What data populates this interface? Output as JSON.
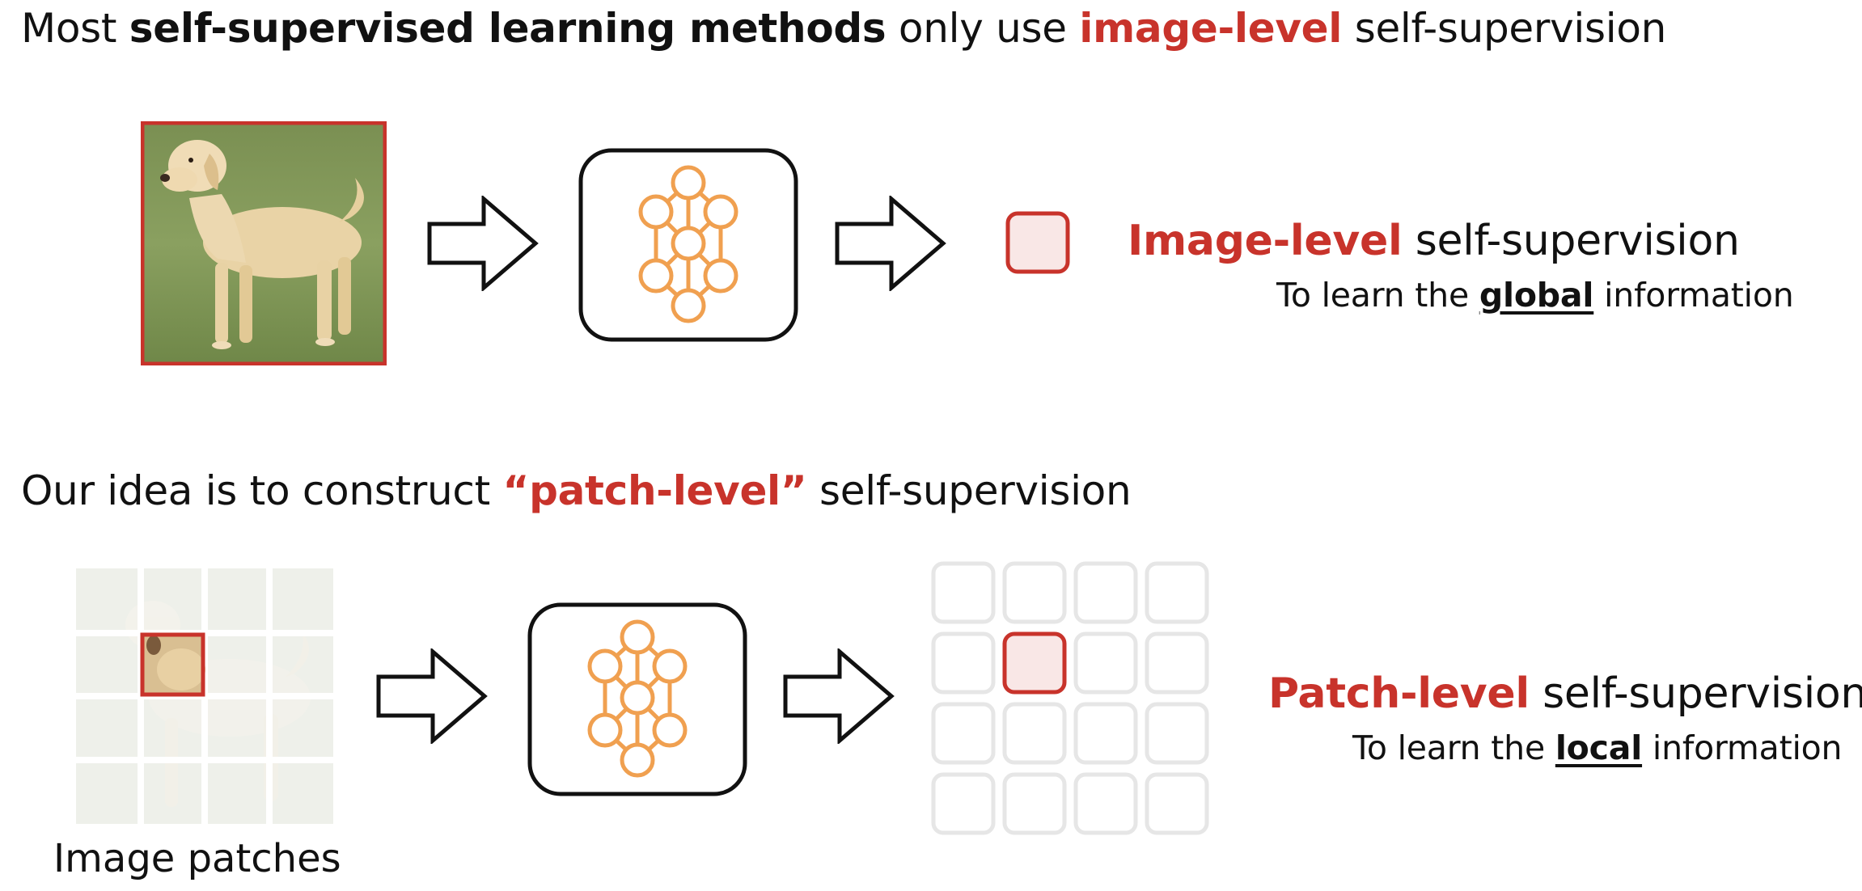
{
  "section1": {
    "heading": {
      "part1": "Most ",
      "part2": "self-supervised learning methods",
      "part3": " only use ",
      "part4": "image-level",
      "part5": " self-supervision"
    },
    "label": {
      "highlight": "Image-level",
      "rest": " self-supervision"
    },
    "sublabel": {
      "prefix": "To learn the ",
      "emphasis": "global",
      "suffix": " information"
    }
  },
  "section2": {
    "heading": {
      "part1": "Our idea is to construct ",
      "part2": "“patch-level”",
      "part3": " self-supervision"
    },
    "label": {
      "highlight": "Patch-level",
      "rest": " self-supervision"
    },
    "sublabel": {
      "prefix": "To learn the ",
      "emphasis": "local",
      "suffix": " information"
    },
    "caption": "Image patches"
  },
  "colors": {
    "accent_red": "#c8332b",
    "network_orange": "#f0a050",
    "faded_grid": "#e6e6e6"
  },
  "icons": {
    "dog_photo": "dog-image",
    "network": "neural-network-icon",
    "arrow": "right-arrow-icon"
  }
}
